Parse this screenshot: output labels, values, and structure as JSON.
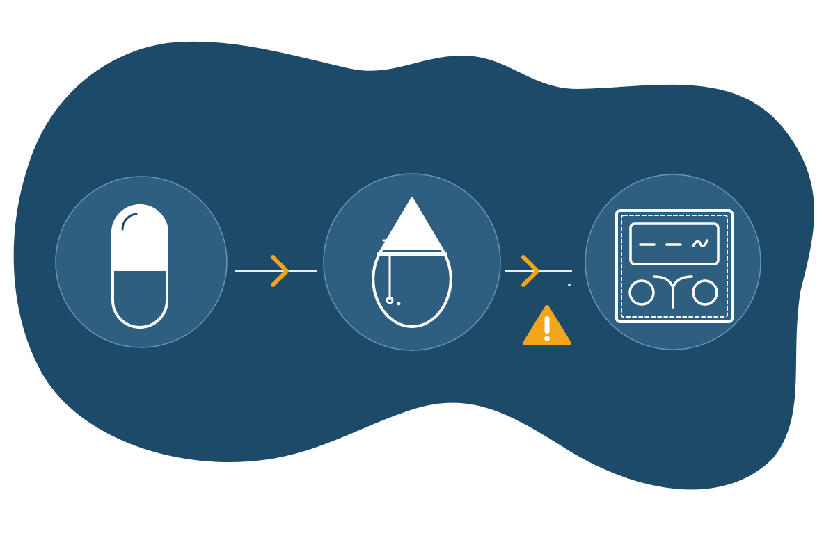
{
  "colors": {
    "background": "#ffffff",
    "blob": "#1e4a6a",
    "node_fill": "#2e5f80",
    "node_ring": "#6f95b0",
    "icon_stroke": "#ffffff",
    "connector": "#e8eef3",
    "accent": "#f3a51a",
    "warning_mark": "#ffffff"
  },
  "diagram": {
    "nodes": [
      {
        "icon": "pill-capsule-icon"
      },
      {
        "icon": "droplet-icon"
      },
      {
        "icon": "monitor-device-icon"
      }
    ],
    "connectors": [
      {
        "from": 0,
        "to": 1,
        "arrow": "chevron-right-icon"
      },
      {
        "from": 1,
        "to": 2,
        "arrow": "chevron-right-icon",
        "alert": "warning-triangle-icon"
      }
    ]
  }
}
